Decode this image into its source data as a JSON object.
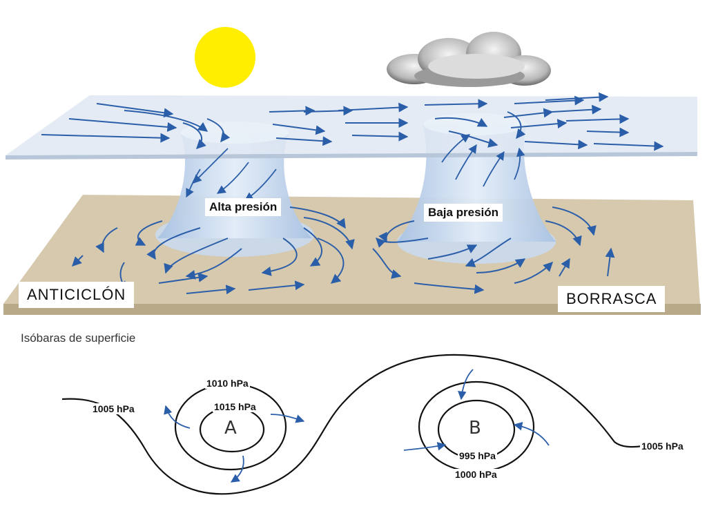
{
  "labels": {
    "anticyclone": "ANTICICLÓN",
    "storm": "BORRASCA",
    "high_pressure": "Alta presión",
    "low_pressure": "Baja presión",
    "surface_isobars_title": "Isóbaras de superficie",
    "high_center": "A",
    "low_center": "B"
  },
  "isobars": {
    "left_1005": "1005 hPa",
    "right_1005": "1005 hPa",
    "high_1010": "1010 hPa",
    "high_1015": "1015 hPa",
    "low_995": "995 hPa",
    "low_1000": "1000 hPa"
  },
  "colors": {
    "sun": "#ffee00",
    "arrow": "#2b5ea8",
    "ground": "#d6c9ae",
    "upper_plane": "#dfe8f2",
    "column": "#c4d6ec"
  },
  "icons": [
    "sun-icon",
    "cloud-icon"
  ]
}
